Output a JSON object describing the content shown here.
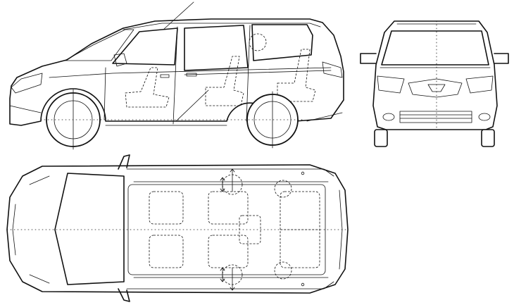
{
  "figure": {
    "colors": {
      "line": "#111111",
      "background": "#ffffff"
    },
    "views": [
      "side-view",
      "front-view",
      "top-view"
    ]
  }
}
